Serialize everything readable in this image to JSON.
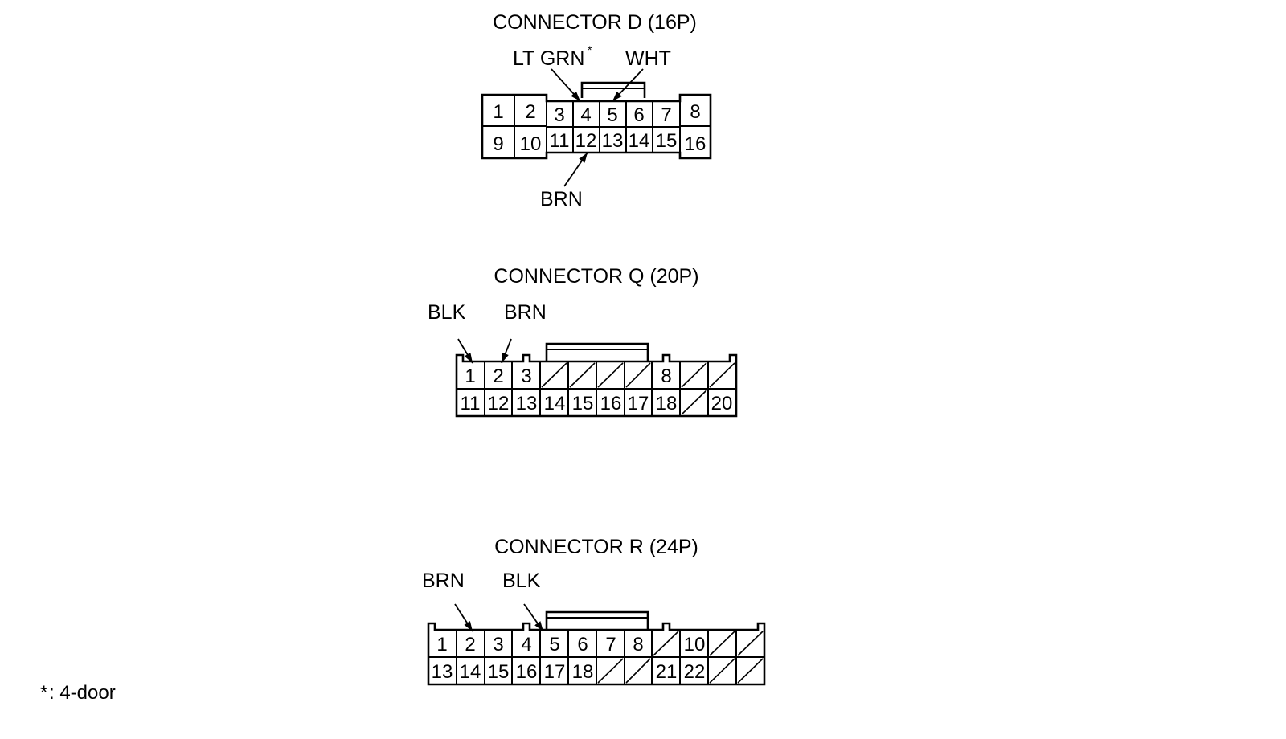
{
  "connectors": {
    "d": {
      "title": "CONNECTOR D (16P)",
      "top_row": [
        "1",
        "2",
        "3",
        "4",
        "5",
        "6",
        "7",
        "8"
      ],
      "bottom_row": [
        "9",
        "10",
        "11",
        "12",
        "13",
        "14",
        "15",
        "16"
      ],
      "wires": [
        {
          "label": "LT GRN",
          "pin": "4",
          "mark": "*"
        },
        {
          "label": "WHT",
          "pin": "5"
        },
        {
          "label": "BRN",
          "pin": "12"
        }
      ]
    },
    "q": {
      "title": "CONNECTOR Q (20P)",
      "top_row": [
        "1",
        "2",
        "3",
        "",
        "",
        "",
        "",
        "8",
        "",
        ""
      ],
      "bottom_row": [
        "11",
        "12",
        "13",
        "14",
        "15",
        "16",
        "17",
        "18",
        "",
        "20"
      ],
      "wires": [
        {
          "label": "BLK",
          "pin": "1"
        },
        {
          "label": "BRN",
          "pin": "2"
        }
      ]
    },
    "r": {
      "title": "CONNECTOR R (24P)",
      "top_row": [
        "1",
        "2",
        "3",
        "4",
        "5",
        "6",
        "7",
        "8",
        "",
        "10",
        "",
        ""
      ],
      "bottom_row": [
        "13",
        "14",
        "15",
        "16",
        "17",
        "18",
        "",
        "",
        "21",
        "22",
        "",
        ""
      ],
      "wires": [
        {
          "label": "BRN",
          "pin": "2"
        },
        {
          "label": "BLK",
          "pin": "5"
        }
      ]
    }
  },
  "footnote": {
    "mark": "*",
    "text": ": 4-door"
  }
}
